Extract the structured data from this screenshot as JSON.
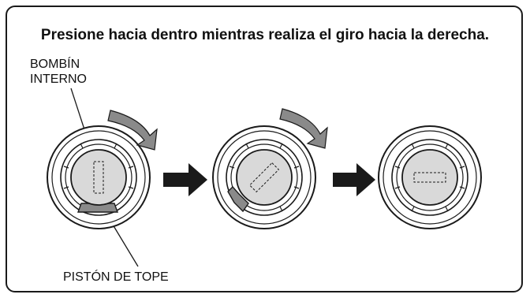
{
  "instruction": "Presione hacia dentro mientras realiza el giro hacia la derecha.",
  "labels": {
    "inner_cylinder_line1": "BOMBÍN",
    "inner_cylinder_line2": "INTERNO",
    "stopper_piston": "PISTÓN DE TOPE"
  },
  "colors": {
    "stroke": "#1a1a1a",
    "cylinder_fill": "#d9d9d9",
    "piston_fill": "#8a8a8a",
    "arrow_fill": "#1a1a1a"
  },
  "steps": [
    {
      "step": 1,
      "slot": "vertical",
      "piston": "visible",
      "rotation_arrow": true
    },
    {
      "step": 2,
      "slot": "diagonal",
      "piston": "visible",
      "rotation_arrow": true
    },
    {
      "step": 3,
      "slot": "horizontal",
      "piston": "hidden",
      "rotation_arrow": false
    }
  ]
}
